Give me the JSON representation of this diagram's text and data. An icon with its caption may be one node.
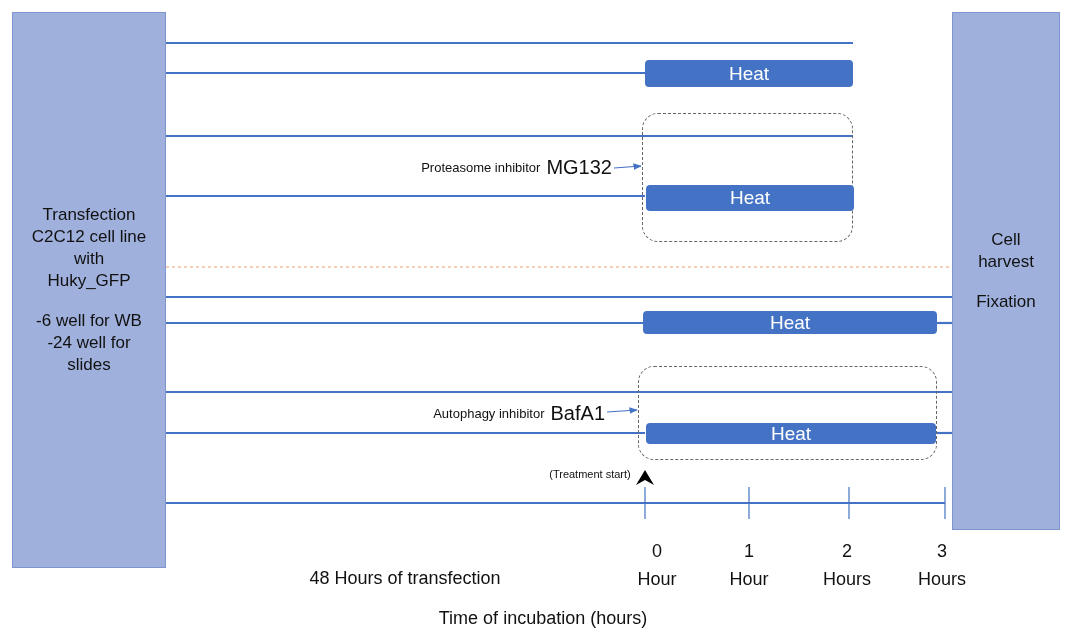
{
  "diagram": {
    "nodes": [
      {
        "text": [
          "Transfection C2C12 cell line with Huky_GFP",
          "-6 well for WB -24 well for slides"
        ]
      },
      {
        "text": [
          "Cell harvest",
          "Fixation"
        ]
      },
      {
        "text": [
          "Heat"
        ]
      },
      {
        "text": [],
        "shape": "box"
      },
      {
        "text": [
          "Heat"
        ],
        "in": 3
      },
      {
        "text": [
          "Heat"
        ]
      },
      {
        "text": [],
        "shape": "box"
      },
      {
        "text": [
          "Heat"
        ],
        "in": 6
      },
      {
        "text": [
          "Proteasome inhibitor",
          "MG132"
        ]
      },
      {
        "text": [
          "Autophagy inhibitor",
          "BafA1"
        ]
      }
    ],
    "edges": [
      {
        "from": 0,
        "to": null,
        "arrow": "none"
      },
      {
        "from": 0,
        "to": 2,
        "arrow": "none"
      },
      {
        "from": 0,
        "to": 3,
        "arrow": "none"
      },
      {
        "from": 0,
        "to": 4,
        "arrow": "none"
      },
      {
        "from": 0,
        "to": 1,
        "arrow": "none"
      },
      {
        "from": 0,
        "to": 5,
        "arrow": "none"
      },
      {
        "from": 5,
        "to": 1,
        "arrow": "none"
      },
      {
        "from": 0,
        "to": 1,
        "arrow": "none"
      },
      {
        "from": 0,
        "to": 7,
        "arrow": "none"
      },
      {
        "from": 7,
        "to": 1,
        "arrow": "none"
      },
      {
        "from": 8,
        "to": 3,
        "arrow": "to"
      },
      {
        "from": 9,
        "to": 6,
        "arrow": "to"
      }
    ],
    "labels": [
      "(Treatment start)",
      "0 Hour",
      "1 Hour",
      "2 Hours",
      "3 Hours",
      "48 Hours of transfection",
      "Time of incubation (hours)"
    ]
  }
}
